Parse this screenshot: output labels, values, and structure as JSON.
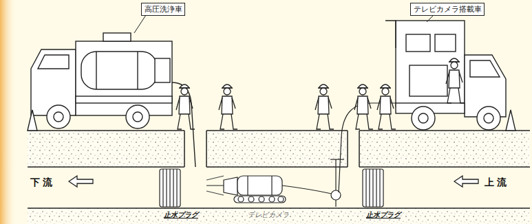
{
  "diagram": {
    "nodes": [
      {
        "text": [
          "高圧洗浄車"
        ]
      },
      {
        "text": [
          "テレビカメラ搭載車"
        ]
      }
    ],
    "labels": [
      "下流",
      "上流",
      "止水プラグ",
      "テレビカメラ",
      "止水プラグ"
    ]
  }
}
